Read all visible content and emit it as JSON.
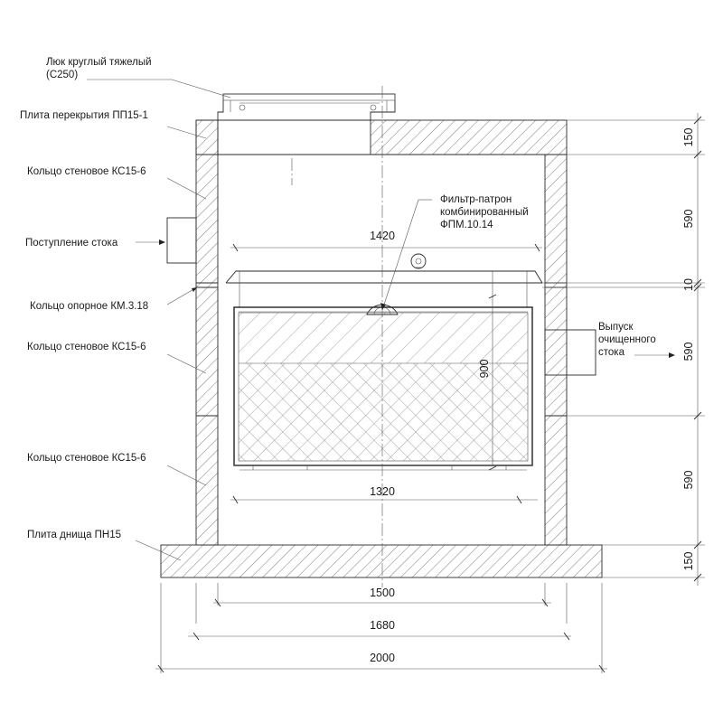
{
  "labels": {
    "hatch": "Люк круглый тяжелый",
    "hatch_class": "(С250)",
    "slab_top": "Плита перекрытия ПП15-1",
    "ring_1": "Кольцо стеновое КС15-6",
    "inflow": "Поступление стока",
    "support_ring": "Кольцо опорное КМ.3.18",
    "ring_2": "Кольцо стеновое КС15-6",
    "ring_3": "Кольцо стеновое КС15-6",
    "slab_bottom": "Плита днища ПН15",
    "filter_line1": "Фильтр-патрон",
    "filter_line2": "комбинированный",
    "filter_line3": "ФПМ.10.14",
    "outlet_line1": "Выпуск",
    "outlet_line2": "очищенного",
    "outlet_line3": "стока"
  },
  "dimensions": {
    "filter_width": "1420",
    "filter_height": "900",
    "filter_inner": "1320",
    "inner_diameter": "1500",
    "outer_diameter": "1680",
    "base_width": "2000",
    "h_slab_top": "150",
    "h_ring_1": "590",
    "h_support": "10",
    "h_ring_2": "590",
    "h_ring_3": "590",
    "h_slab_bottom": "150"
  }
}
